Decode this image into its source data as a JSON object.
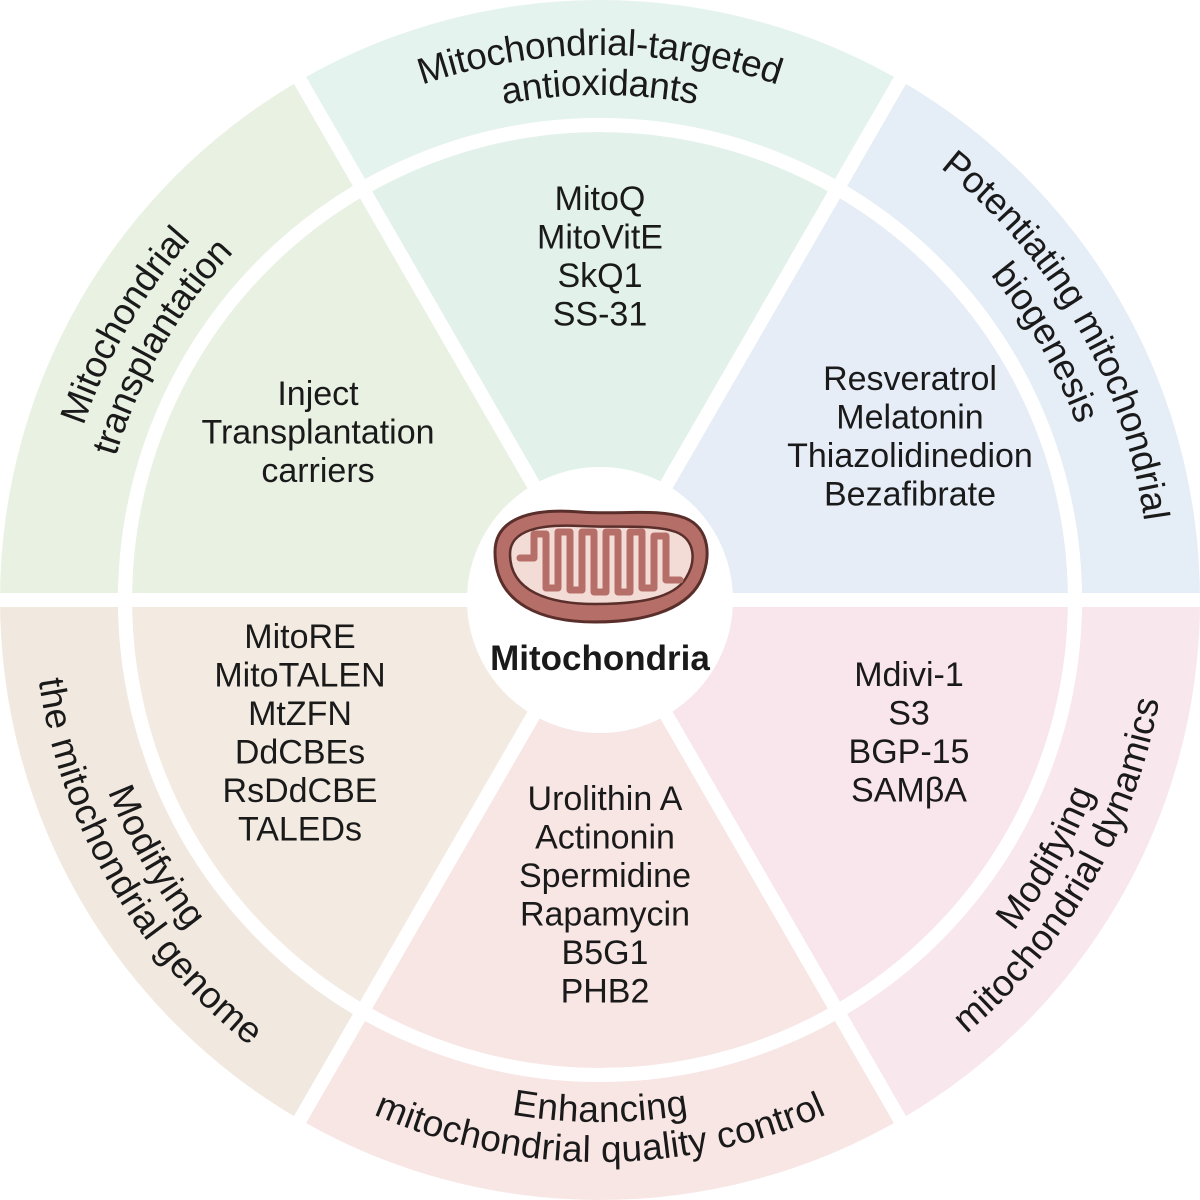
{
  "center": {
    "label": "Mitochondria",
    "icon": "mitochondrion-icon"
  },
  "colors": {
    "gap": "#ffffff",
    "center_fill": "#ffffff",
    "mito_outer": "#b56f68",
    "mito_inner": "#f4dcd6",
    "mito_stroke": "#5a2e2a"
  },
  "sectors": [
    {
      "id": "antioxidants",
      "outer_lines": [
        "Mitochondrial-targeted",
        "antioxidants"
      ],
      "inner_lines": [
        "MitoQ",
        "MitoVitE",
        "SkQ1",
        "SS-31"
      ],
      "outer_color": "#e5f3ee",
      "inner_color": "#e3f1eb"
    },
    {
      "id": "biogenesis",
      "outer_lines": [
        "Potentiating mitochondrial",
        "biogenesis"
      ],
      "inner_lines": [
        "Resveratrol",
        "Melatonin",
        "Thiazolidinedion",
        "Bezafibrate"
      ],
      "outer_color": "#e5edf6",
      "inner_color": "#e6edf7"
    },
    {
      "id": "dynamics",
      "outer_lines": [
        "Modifying",
        "mitochondrial dynamics"
      ],
      "inner_lines": [
        "Mdivi-1",
        "S3",
        "BGP-15",
        "SAMβA"
      ],
      "outer_color": "#f9e7ee",
      "inner_color": "#f9e6ed"
    },
    {
      "id": "quality-control",
      "outer_lines": [
        "Enhancing",
        "mitochondrial quality control"
      ],
      "inner_lines": [
        "Urolithin A",
        "Actinonin",
        "Spermidine",
        "Rapamycin",
        "B5G1",
        "PHB2"
      ],
      "outer_color": "#f8e6e5",
      "inner_color": "#f8e6e5"
    },
    {
      "id": "genome",
      "outer_lines": [
        "Modifying",
        "the mitochondrial genome"
      ],
      "inner_lines": [
        "MitoRE",
        "MitoTALEN",
        "MtZFN",
        "DdCBEs",
        "RsDdCBE",
        "TALEDs"
      ],
      "outer_color": "#f1e9e0",
      "inner_color": "#f3ebe2"
    },
    {
      "id": "transplantation",
      "outer_lines": [
        "Mitochondrial",
        "transplantation"
      ],
      "inner_lines": [
        "Inject",
        "Transplantation",
        "carriers"
      ],
      "outer_color": "#e9f1e3",
      "inner_color": "#e9f1e3"
    }
  ]
}
